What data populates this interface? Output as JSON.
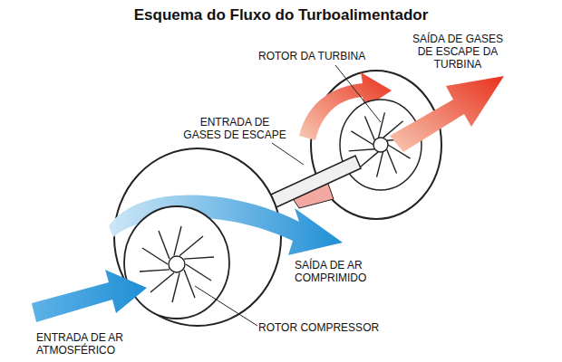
{
  "diagram": {
    "title": "Esquema do Fluxo do Turboalimentador",
    "labels": [
      "ROTOR DA TURBINA",
      "SAÍDA DE GASES DE ESCAPE DA TURBINA",
      "ENTRADA DE GASES DE ESCAPE",
      "SAÍDA DE AR COMPRIMIDO",
      "ROTOR COMPRESSOR",
      "ENTRADA DE AR ATMOSFÉRICO"
    ]
  }
}
